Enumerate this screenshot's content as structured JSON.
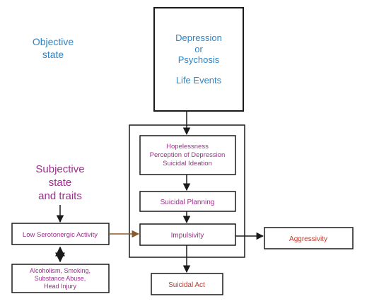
{
  "labels": {
    "objective": [
      "Objective",
      "state"
    ],
    "subjective": [
      "Subjective",
      "state",
      "and traits"
    ]
  },
  "boxes": {
    "depression": {
      "lines": [
        "Depression",
        "or",
        "Psychosis"
      ],
      "life_events": "Life Events"
    },
    "hopelessness": {
      "lines": [
        "Hopelessness",
        "Perception of Depression",
        "Suicidal Ideation"
      ]
    },
    "planning": {
      "label": "Suicidal Planning"
    },
    "impulsivity": {
      "label": "Impulsivity"
    },
    "aggressivity": {
      "label": "Aggressivity"
    },
    "suicidal_act": {
      "label": "Suicidal Act"
    },
    "serotonergic": {
      "label": "Low Serotonergic Activity"
    },
    "substances": {
      "lines": [
        "Alcoholism, Smoking,",
        "Substance Abuse,",
        "Head Injury"
      ]
    }
  },
  "colors": {
    "blue_text": "#2a86c8",
    "purple_text": "#9a2f8a",
    "red_text": "#c0392b",
    "line": "#1a1a1a",
    "brown_arrow": "#8b5a2b"
  }
}
